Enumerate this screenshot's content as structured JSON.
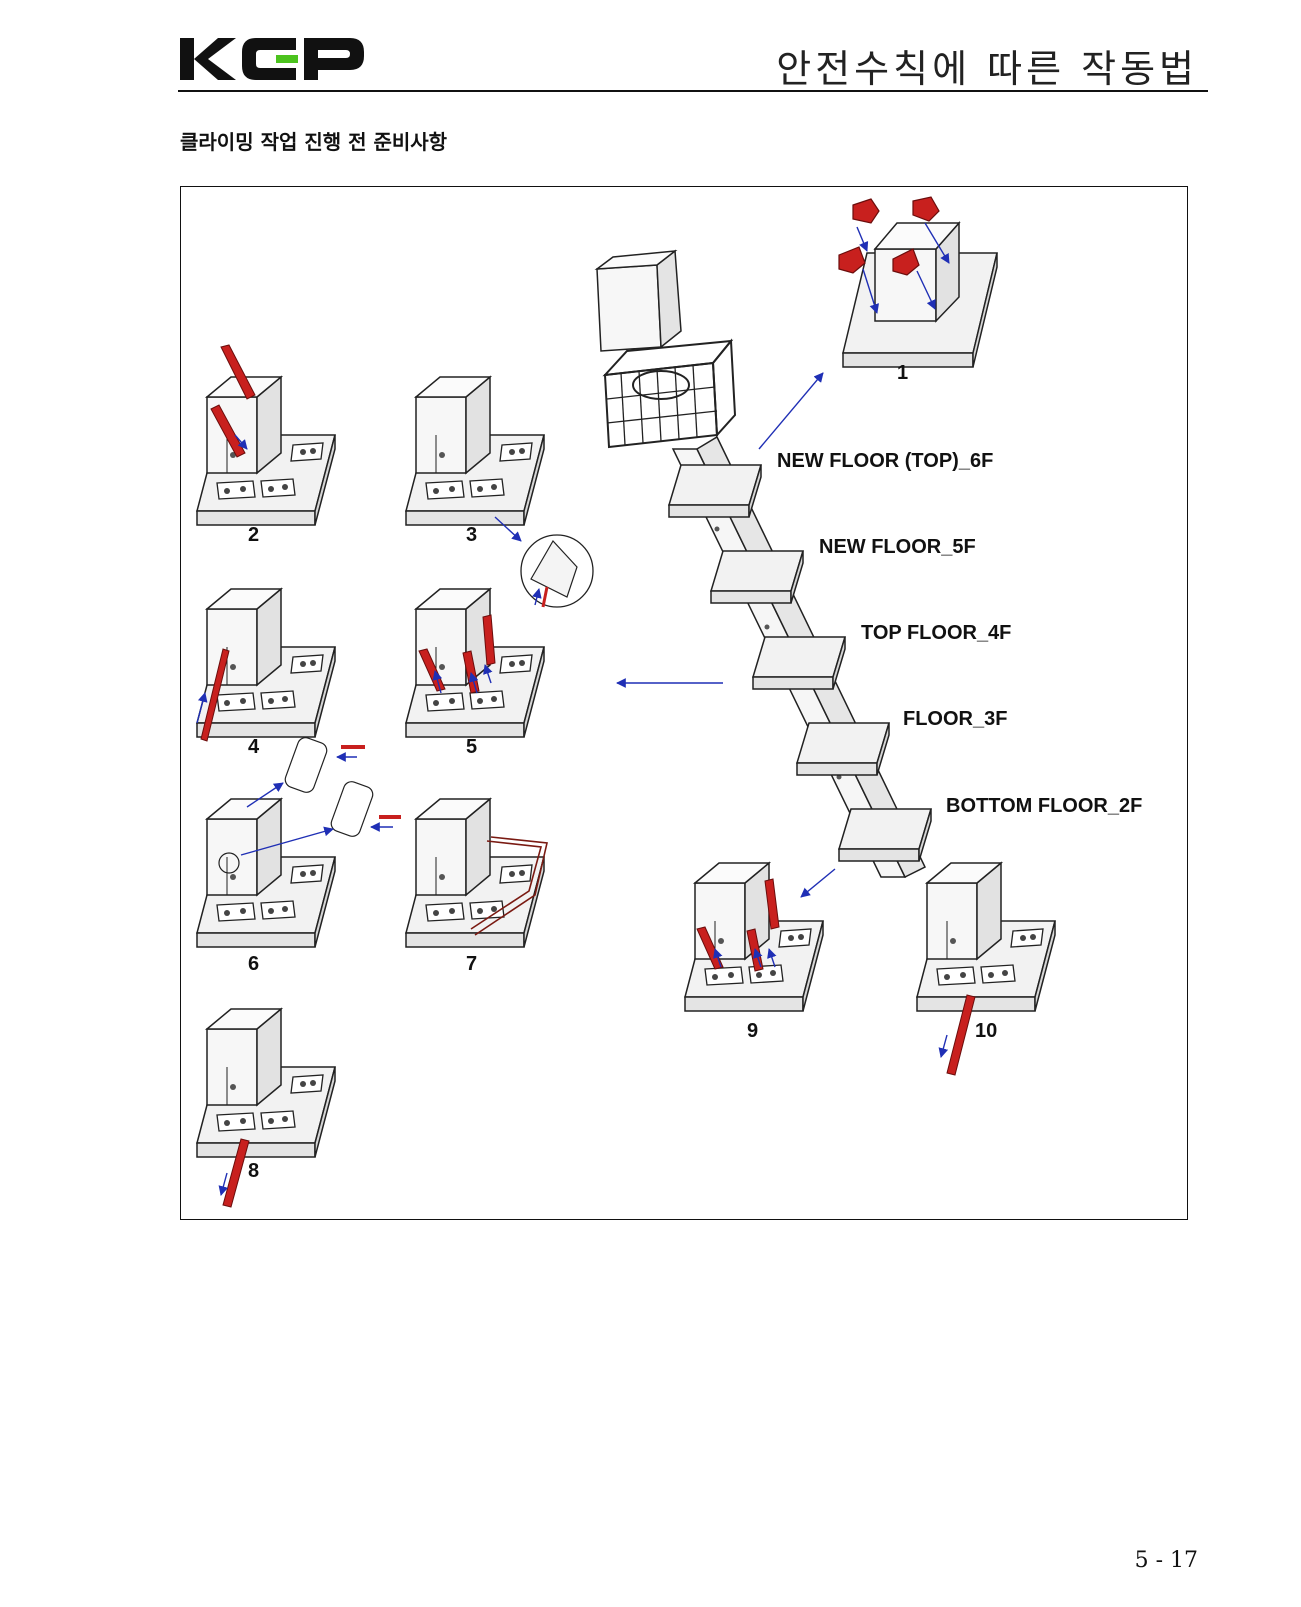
{
  "header": {
    "logo_text": "KCP",
    "title": "안전수칙에 따른 작동법"
  },
  "section_title": "클라이밍 작업 진행 전 준비사항",
  "figure": {
    "step_numbers": [
      "1",
      "2",
      "3",
      "4",
      "5",
      "6",
      "7",
      "8",
      "9",
      "10"
    ],
    "floor_labels": [
      "NEW FLOOR (TOP)_6F",
      "NEW FLOOR_5F",
      "TOP FLOOR_4F",
      "FLOOR_3F",
      "BOTTOM FLOOR_2F"
    ],
    "colors": {
      "accent_red": "#c8201e",
      "arrow_blue": "#1f2fb5",
      "line": "#222222",
      "logo_green": "#4cc31e"
    }
  },
  "footer": {
    "page_number": "5 - 17"
  }
}
